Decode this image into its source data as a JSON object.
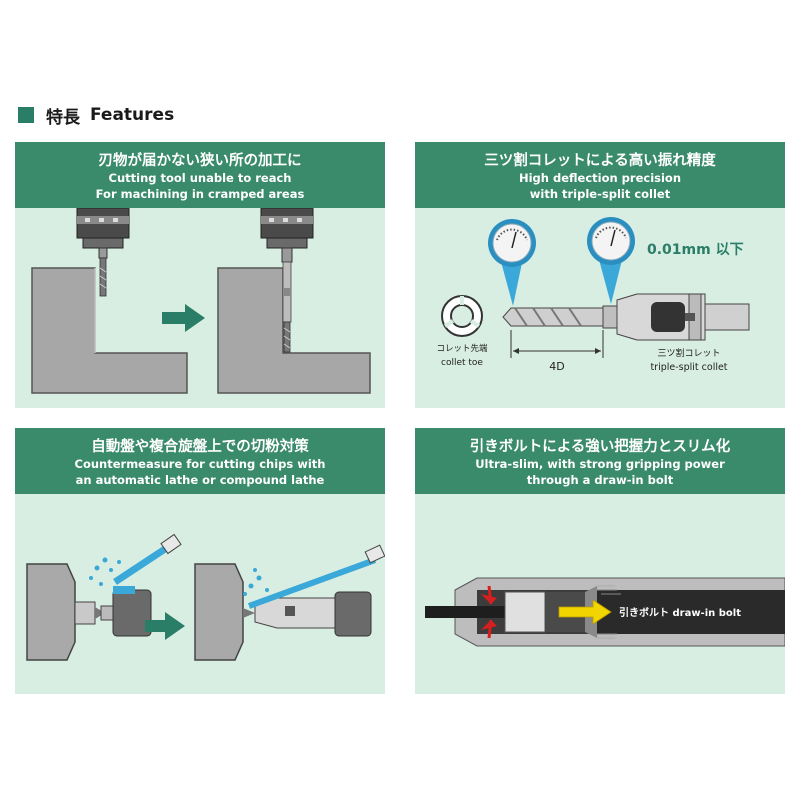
{
  "section": {
    "title_ja": "特長",
    "title_en": "Features"
  },
  "colors": {
    "header_green": "#3a8a6c",
    "panel_green": "#d8eee3",
    "accent_teal": "#2a7d66",
    "gray": "#9a9a9a",
    "coolant_blue": "#3aa8d8",
    "arrow_yellow": "#f2d500",
    "arrow_red": "#d81e1e"
  },
  "panels": [
    {
      "title_ja": "刃物が届かない狭い所の加工に",
      "subtitle_1": "Cutting tool unable to reach",
      "subtitle_2": "For machining in cramped areas"
    },
    {
      "title_ja": "三ツ割コレットによる高い振れ精度",
      "subtitle_1": "High deflection precision",
      "subtitle_2": "with triple-split collet",
      "precision_label": "0.01mm 以下",
      "collet_toe_ja": "コレット先端",
      "collet_toe_en": "collet toe",
      "length_label": "4D",
      "triple_collet_ja": "三ツ割コレット",
      "triple_collet_en": "triple-split collet"
    },
    {
      "title_ja": "自動盤や複合旋盤上での切粉対策",
      "subtitle_1": "Countermeasure for cutting chips with",
      "subtitle_2": "an automatic lathe or compound lathe"
    },
    {
      "title_ja": "引きボルトによる強い把握力とスリム化",
      "subtitle_1": "Ultra-slim, with strong gripping power",
      "subtitle_2": "through a draw-in bolt",
      "bolt_label": "引きボルト draw-in bolt"
    }
  ]
}
